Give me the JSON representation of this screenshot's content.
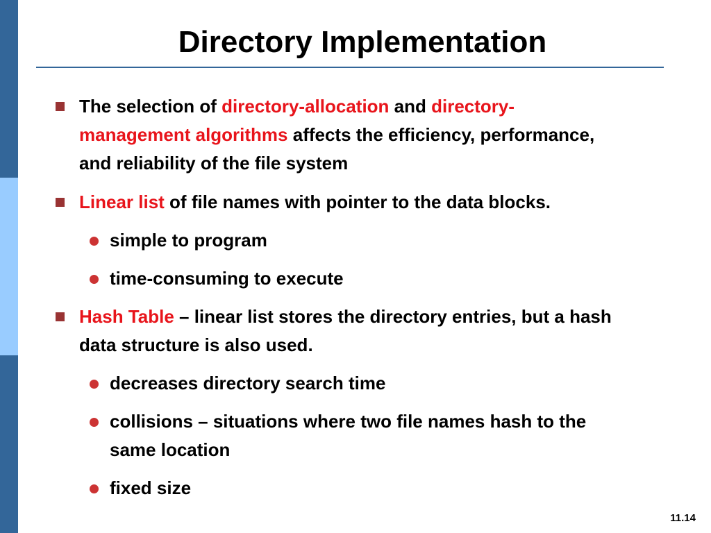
{
  "title": "Directory Implementation",
  "bullets": {
    "b1": {
      "part1": "The selection of ",
      "hl1": "directory-allocation",
      "part2": " and ",
      "hl2a": "directory-",
      "hl2b": "management algorithms",
      "part3": " affects the efficiency, performance,",
      "line3": "and reliability of the file system"
    },
    "b2": {
      "hl": "Linear list",
      "rest": " of file names with pointer to the data blocks.",
      "subs": [
        "simple to program",
        "time-consuming to execute"
      ]
    },
    "b3": {
      "hl": "Hash Table",
      "rest": " – linear list stores the directory entries, but a hash",
      "line2": "data structure is also used.",
      "sub1": "decreases directory search time",
      "sub2a": "collisions – situations where two file names hash to the",
      "sub2b": "same location",
      "sub3": "fixed size"
    }
  },
  "page_number": "11.14",
  "colors": {
    "stripe_dark": "#336699",
    "stripe_light": "#99ccff",
    "highlight": "#e8141b",
    "square_bullet": "#993333",
    "dot_bullet": "#cc3333"
  }
}
